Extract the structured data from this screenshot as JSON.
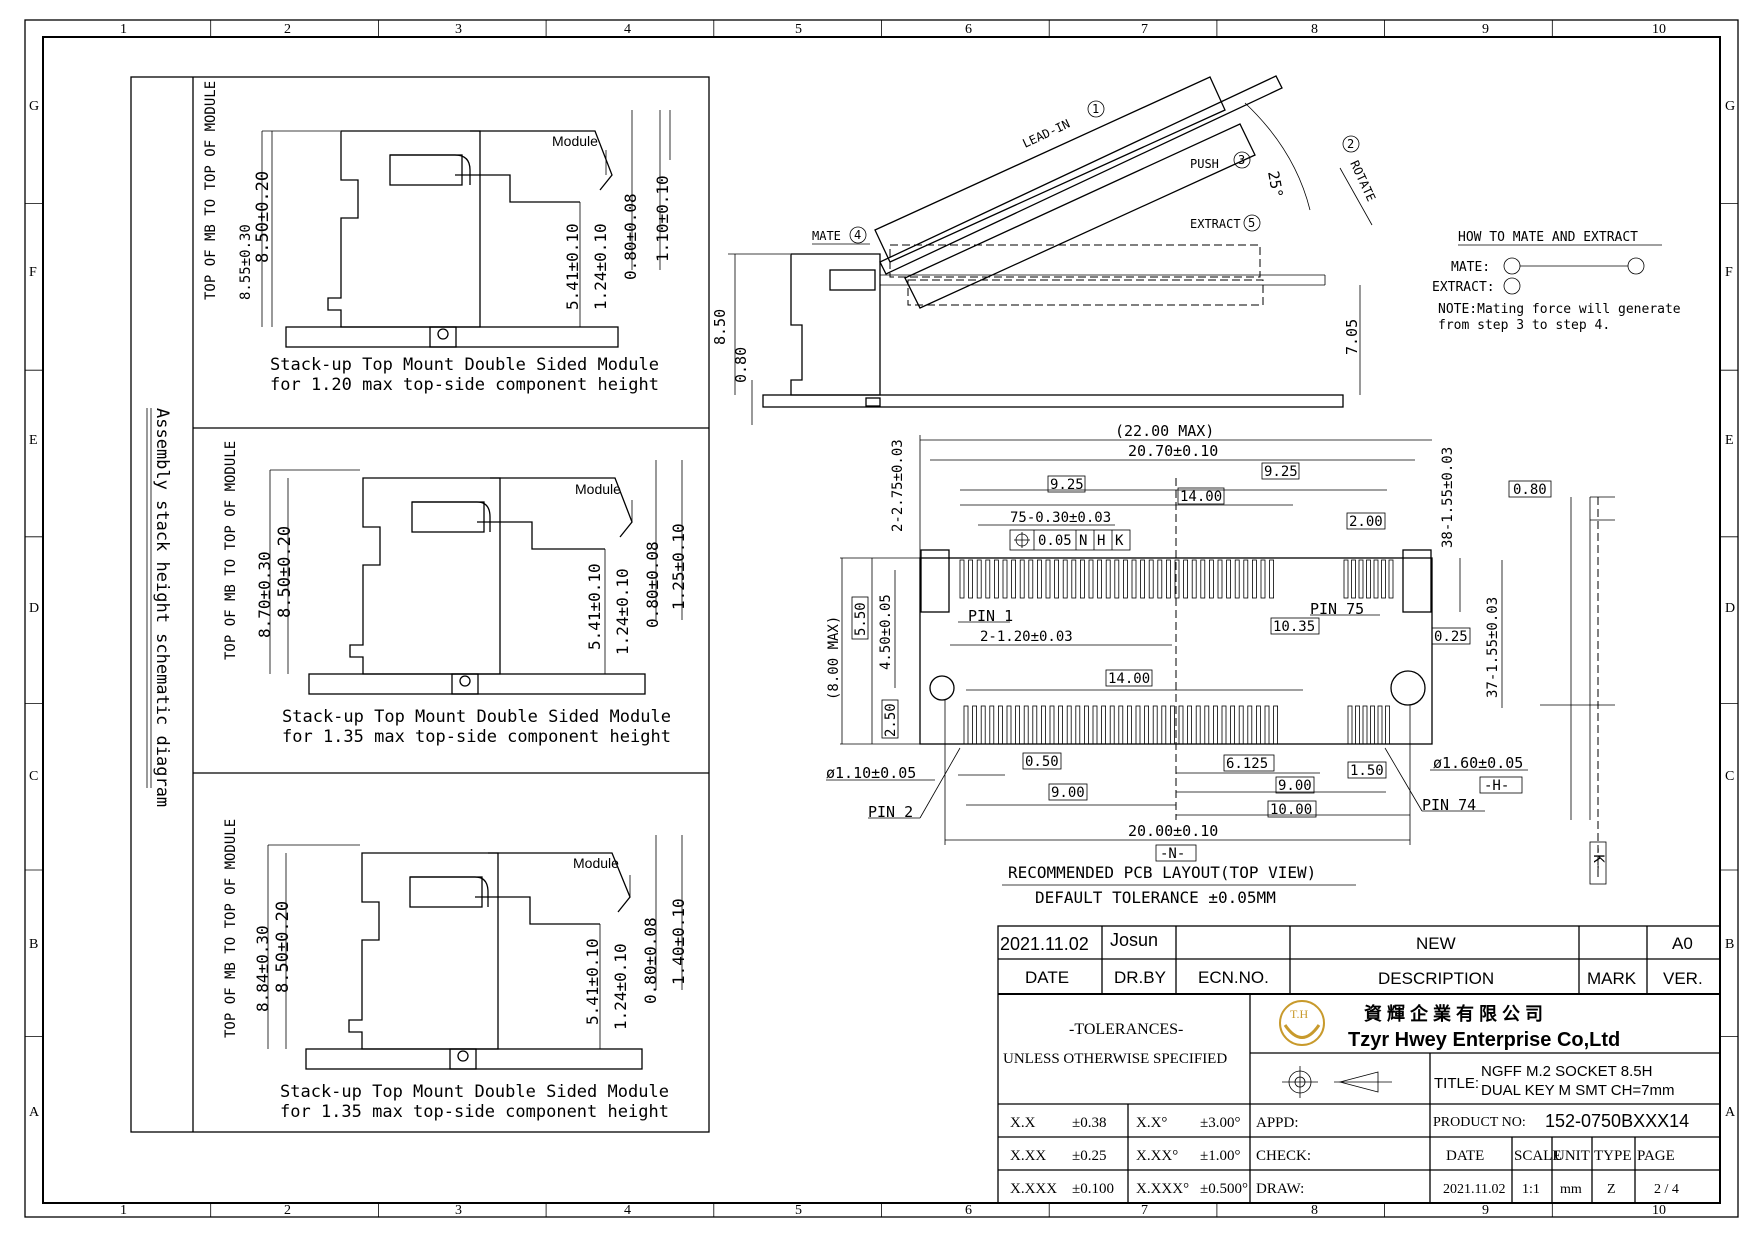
{
  "grid": {
    "columns": [
      "1",
      "2",
      "3",
      "4",
      "5",
      "6",
      "7",
      "8",
      "9",
      "10"
    ],
    "rows": [
      "G",
      "F",
      "E",
      "D",
      "C",
      "B",
      "A"
    ]
  },
  "side_title": "Assembly stack height schematic diagram",
  "stackups": [
    {
      "module_label": "Module",
      "left_dim_label": "TOP OF MB TO TOP OF MODULE",
      "dim_total": "8.55±0.30",
      "dim_body": "8.50±0.20",
      "dim_a": "5.41±0.10",
      "dim_b": "1.24±0.10",
      "dim_c": "0.80±0.08",
      "dim_d": "1.10±0.10",
      "caption_1": "Stack-up Top Mount Double Sided Module",
      "caption_2": "for 1.20 max top-side component height"
    },
    {
      "module_label": "Module",
      "left_dim_label": "TOP OF MB TO TOP OF MODULE",
      "dim_total": "8.70±0.30",
      "dim_body": "8.50±0.20",
      "dim_a": "5.41±0.10",
      "dim_b": "1.24±0.10",
      "dim_c": "0.80±0.08",
      "dim_d": "1.25±0.10",
      "caption_1": "Stack-up Top Mount Double Sided Module",
      "caption_2": "for 1.35 max top-side component height"
    },
    {
      "module_label": "Module",
      "left_dim_label": "TOP OF MB TO TOP OF MODULE",
      "dim_total": "8.84±0.30",
      "dim_body": "8.50±0.20",
      "dim_a": "5.41±0.10",
      "dim_b": "1.24±0.10",
      "dim_c": "0.80±0.08",
      "dim_d": "1.40±0.10",
      "caption_1": "Stack-up Top Mount Double Sided Module",
      "caption_2": "for 1.35 max top-side component height"
    }
  ],
  "mating": {
    "lead_in": "LEAD-IN",
    "push": "PUSH",
    "rotate": "ROTATE",
    "mate": "MATE",
    "extract": "EXTRACT",
    "angle": "25°",
    "step1": "1",
    "step2": "2",
    "step3": "3",
    "step4": "4",
    "step5": "5",
    "dim_850": "8.50",
    "dim_080": "0.80",
    "dim_705": "7.05",
    "howto_title": "HOW TO MATE AND EXTRACT",
    "howto_mate": "MATE:",
    "howto_extract": "EXTRACT:",
    "note_1": "NOTE:Mating force will generate",
    "note_2": "from step 3 to step 4."
  },
  "layout": {
    "d_22max": "(22.00 MAX)",
    "d_2070": "20.70±0.10",
    "d_925a": "9.25",
    "d_925b": "9.25",
    "d_1400a": "14.00",
    "d_75": "75-0.30±0.03",
    "d_200": "2.00",
    "fcf_1": "0.05",
    "fcf_n": "N",
    "fcf_h": "H",
    "fcf_k": "K",
    "d_275": "2-2.75±0.03",
    "d_155a": "38-1.55±0.03",
    "d_155b": "37-1.55±0.03",
    "d_550": "5.50",
    "d_450": "4.50±0.05",
    "d_8max": "(8.00 MAX)",
    "d_250": "2.50",
    "pin1": "PIN 1",
    "pin75": "PIN 75",
    "pin2": "PIN 2",
    "pin74": "PIN 74",
    "d_120": "2-1.20±0.03",
    "d_1035": "10.35",
    "d_025": "0.25",
    "d_1400b": "14.00",
    "d_110": "ø1.10±0.05",
    "d_050": "0.50",
    "d_6125": "6.125",
    "d_150": "1.50",
    "d_160": "ø1.60±0.05",
    "datum_h": "-H-",
    "d_900a": "9.00",
    "d_900b": "9.00",
    "d_1000": "10.00",
    "d_2000": "20.00±0.10",
    "datum_n": "-N-",
    "datum_k": "-K-",
    "d_080": "0.80",
    "rec_title": "RECOMMENDED PCB LAYOUT(TOP VIEW)",
    "rec_tol": "DEFAULT TOLERANCE ±0.05MM"
  },
  "titleblock": {
    "rev_date": "2021.11.02",
    "rev_by": "Josun",
    "rev_desc": "NEW",
    "rev_ver": "A0",
    "h_date": "DATE",
    "h_drby": "DR.BY",
    "h_ecn": "ECN.NO.",
    "h_desc": "DESCRIPTION",
    "h_mark": "MARK",
    "h_ver": "VER.",
    "tol_title": "-TOLERANCES-",
    "tol_sub": "UNLESS OTHERWISE SPECIFIED",
    "company_cn": "資 輝 企 業 有 限 公 司",
    "company_en": "Tzyr Hwey Enterprise Co,Ltd",
    "logo_text": "T.H",
    "title_label": "TITLE:",
    "title_1": "NGFF M.2 SOCKET 8.5H",
    "title_2": "DUAL KEY M SMT CH=7mm",
    "product_label": "PRODUCT NO:",
    "product_no": "152-0750BXXX14",
    "tol_rows": [
      {
        "a": "X.X",
        "b": "±0.38",
        "c": "X.X°",
        "d": "±3.00°",
        "e": "APPD:"
      },
      {
        "a": "X.XX",
        "b": "±0.25",
        "c": "X.XX°",
        "d": "±1.00°",
        "e": "CHECK:"
      },
      {
        "a": "X.XXX",
        "b": "±0.100",
        "c": "X.XXX°",
        "d": "±0.500°",
        "e": "DRAW:"
      }
    ],
    "f_date": "DATE",
    "f_scale": "SCALE",
    "f_unit": "UNIT",
    "f_type": "TYPE",
    "f_page": "PAGE",
    "v_date": "2021.11.02",
    "v_scale": "1:1",
    "v_unit": "mm",
    "v_type": "Z",
    "v_page": "2 / 4"
  }
}
